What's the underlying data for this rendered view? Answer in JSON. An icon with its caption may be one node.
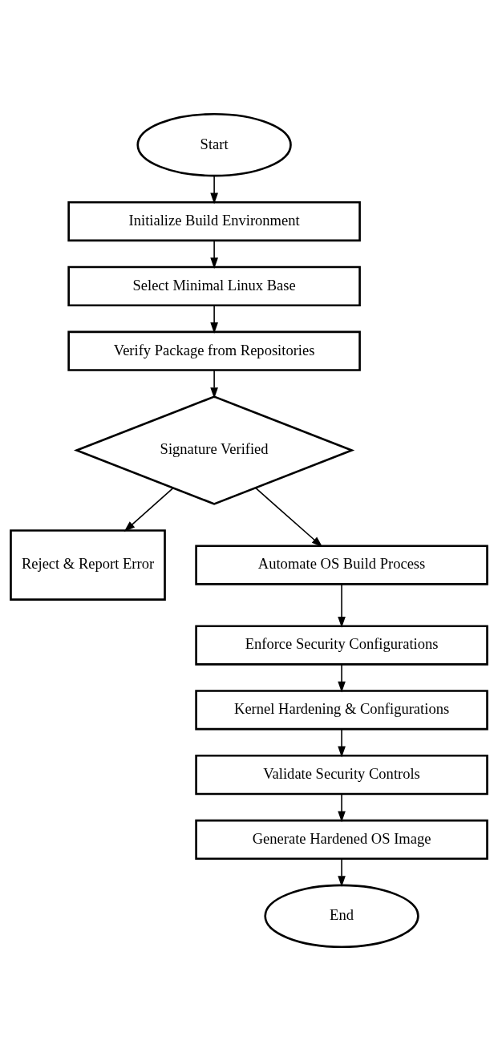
{
  "diagram": {
    "nodes": [
      {
        "text": [
          "Start"
        ]
      },
      {
        "text": [
          "Initialize Build Environment"
        ]
      },
      {
        "text": [
          "Select Minimal Linux Base"
        ]
      },
      {
        "text": [
          "Verify Package from Repositories"
        ]
      },
      {
        "text": [
          "Signature Verified"
        ]
      },
      {
        "text": [
          "Reject & Report Error"
        ]
      },
      {
        "text": [
          "Automate OS Build Process"
        ]
      },
      {
        "text": [
          "Enforce Security Configurations"
        ]
      },
      {
        "text": [
          "Kernel Hardening & Configurations"
        ]
      },
      {
        "text": [
          "Validate Security Controls"
        ]
      },
      {
        "text": [
          "Generate Hardened OS Image"
        ]
      },
      {
        "text": [
          "End"
        ]
      }
    ],
    "edges": [
      {
        "from": 0,
        "to": 1,
        "arrow": "to"
      },
      {
        "from": 1,
        "to": 2,
        "arrow": "to"
      },
      {
        "from": 2,
        "to": 3,
        "arrow": "to"
      },
      {
        "from": 3,
        "to": 4,
        "arrow": "to"
      },
      {
        "from": 4,
        "to": 5,
        "arrow": "to"
      },
      {
        "from": 4,
        "to": 6,
        "arrow": "to"
      },
      {
        "from": 6,
        "to": 7,
        "arrow": "to"
      },
      {
        "from": 7,
        "to": 8,
        "arrow": "to"
      },
      {
        "from": 8,
        "to": 9,
        "arrow": "to"
      },
      {
        "from": 9,
        "to": 10,
        "arrow": "to"
      },
      {
        "from": 10,
        "to": 11,
        "arrow": "to"
      }
    ]
  }
}
